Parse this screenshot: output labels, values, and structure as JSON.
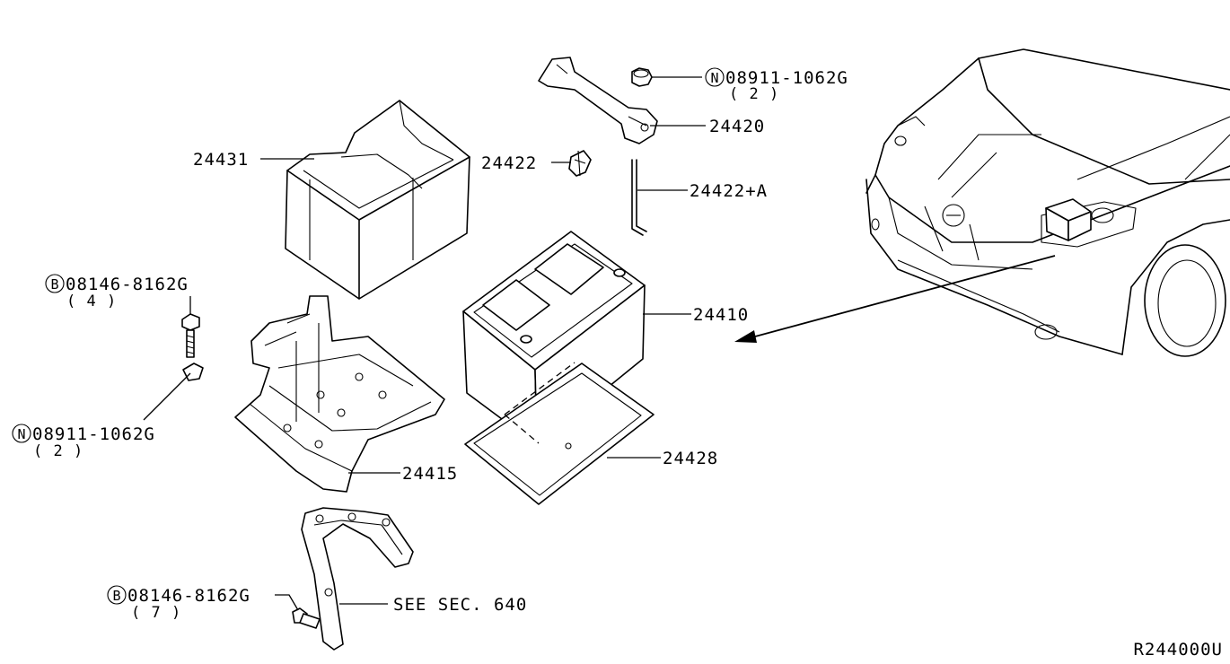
{
  "diagram": {
    "ref_code": "R244000U",
    "callouts": {
      "nut_top": {
        "prefix": "N",
        "part": "08911-1062G",
        "qty": "( 2 )"
      },
      "bolt_left": {
        "prefix": "B",
        "part": "08146-8162G",
        "qty": "( 4 )"
      },
      "nut_left": {
        "prefix": "N",
        "part": "08911-1062G",
        "qty": "( 2 )"
      },
      "bolt_bottom": {
        "prefix": "B",
        "part": "08146-8162G",
        "qty": "( 7 )"
      }
    },
    "parts": {
      "cover": "24431",
      "clip": "24422",
      "frame": "24420",
      "rod": "24422+A",
      "battery": "24410",
      "tray": "24415",
      "pad": "24428"
    },
    "see_sec": "SEE SEC. 640"
  }
}
